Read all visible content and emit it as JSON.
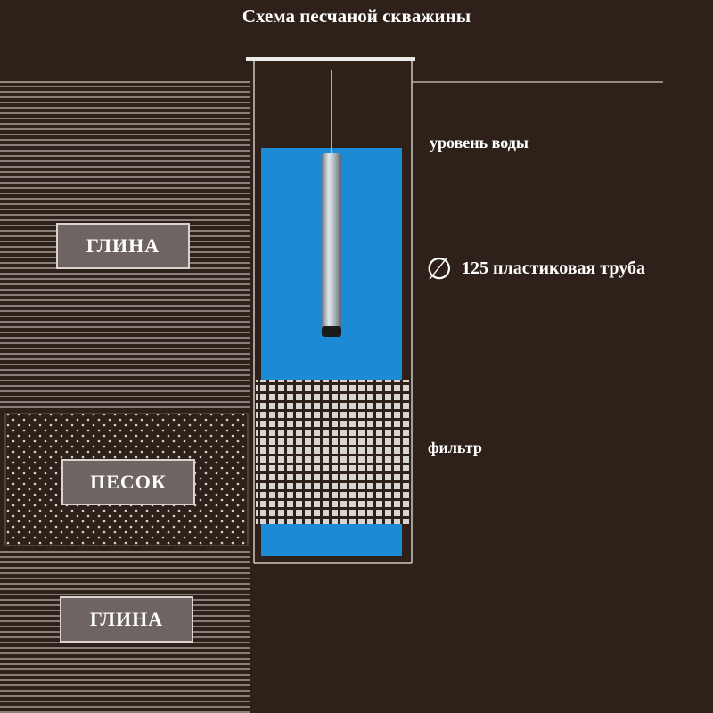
{
  "title": "Схема песчаной скважины",
  "layers": {
    "top_clay": "ГЛИНА",
    "sand": "ПЕСОК",
    "bottom_clay": "ГЛИНА"
  },
  "annotations": {
    "water_level": "уровень воды",
    "diameter_symbol": "∅",
    "pipe": "125 пластиковая труба",
    "filter": "фильтр"
  },
  "colors": {
    "background": "#2e2119",
    "water": "#1d8ad6",
    "clay_stripe": "#8a7e78",
    "sand_dot": "#d9d2cc",
    "filter_grid": "#d7d4d2"
  }
}
